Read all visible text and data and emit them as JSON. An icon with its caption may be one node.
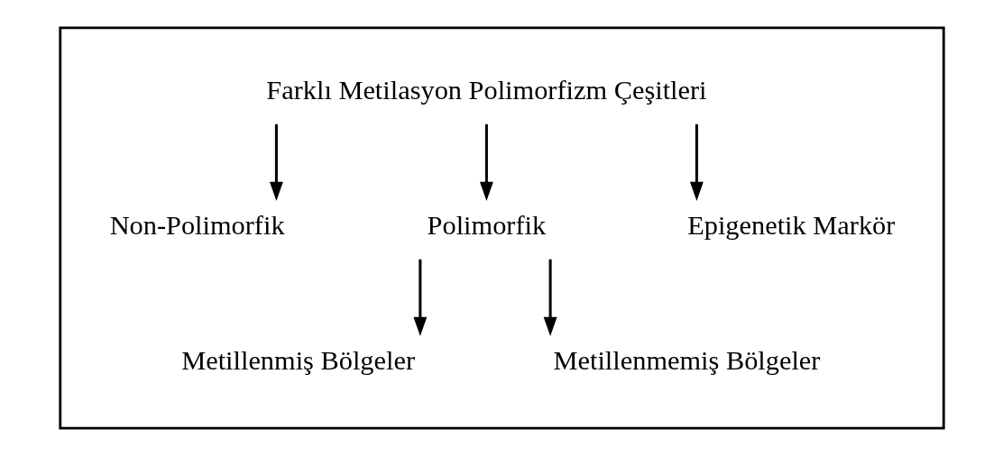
{
  "diagram": {
    "nodes": [
      {
        "text": [],
        "shape": "box"
      },
      {
        "text": [
          "Farklı Metilasyon Polimorfizm Çeşitleri"
        ],
        "in": 0
      },
      {
        "text": [
          "Non-Polimorfik"
        ],
        "in": 0
      },
      {
        "text": [
          "Polimorfik"
        ],
        "in": 0
      },
      {
        "text": [
          "Epigenetik Markör"
        ],
        "in": 0
      },
      {
        "text": [
          "Metillenmiş Bölgeler"
        ],
        "in": 0
      },
      {
        "text": [
          "Metillenmemiş Bölgeler"
        ],
        "in": 0
      }
    ],
    "edges": [
      {
        "from": 1,
        "to": 2,
        "arrow": "to"
      },
      {
        "from": 1,
        "to": 3,
        "arrow": "to"
      },
      {
        "from": 1,
        "to": 4,
        "arrow": "to"
      },
      {
        "from": 3,
        "to": 5,
        "arrow": "to"
      },
      {
        "from": 3,
        "to": 6,
        "arrow": "to"
      }
    ]
  }
}
